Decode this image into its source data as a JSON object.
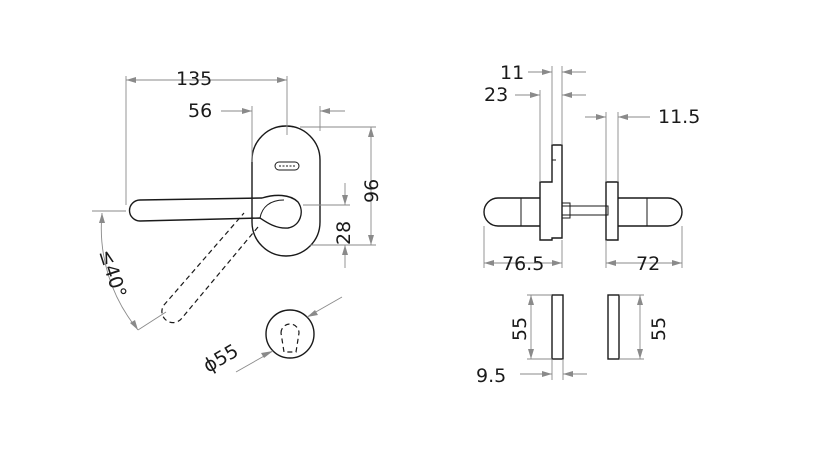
{
  "dimensions": {
    "d135": "135",
    "d56": "56",
    "d96": "96",
    "d28": "28",
    "angle": "≤40°",
    "dia55": "ϕ55",
    "d11": "11",
    "d23": "23",
    "d11_5": "11.5",
    "d76_5": "76.5",
    "d72": "72",
    "d55_left": "55",
    "d55_right": "55",
    "d9_5": "9.5"
  },
  "colors": {
    "outline": "#1a1a1a",
    "dimension_line": "#8a8a8a",
    "background": "#ffffff"
  }
}
